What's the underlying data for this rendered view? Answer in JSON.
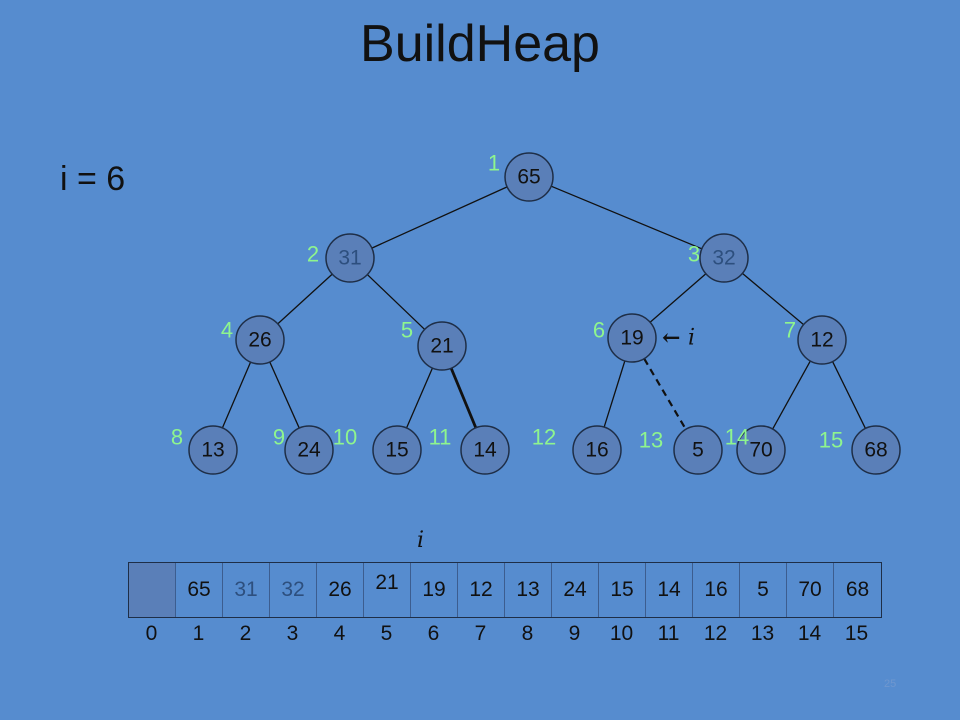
{
  "title": "BuildHeap",
  "state": {
    "label": "i = 6"
  },
  "pointer_label": "i",
  "tree": {
    "nodes": [
      {
        "index": 1,
        "value": "65"
      },
      {
        "index": 2,
        "value": "31",
        "highlight": true
      },
      {
        "index": 3,
        "value": "32",
        "highlight": true
      },
      {
        "index": 4,
        "value": "26"
      },
      {
        "index": 5,
        "value": "21"
      },
      {
        "index": 6,
        "value": "19",
        "pointer": true
      },
      {
        "index": 7,
        "value": "12"
      },
      {
        "index": 8,
        "value": "13"
      },
      {
        "index": 9,
        "value": "24"
      },
      {
        "index": 10,
        "value": "15"
      },
      {
        "index": 11,
        "value": "14"
      },
      {
        "index": 12,
        "value": "16"
      },
      {
        "index": 13,
        "value": "5"
      },
      {
        "index": 14,
        "value": "70"
      },
      {
        "index": 15,
        "value": "68"
      }
    ],
    "emphasized_edge": [
      5,
      11
    ],
    "dashed_edge": [
      6,
      13
    ]
  },
  "array": {
    "cells": [
      "",
      "65",
      "31",
      "32",
      "26",
      "21",
      "19",
      "12",
      "13",
      "24",
      "15",
      "14",
      "16",
      "5",
      "70",
      "68"
    ],
    "highlight_indices": [
      2,
      3
    ],
    "pointer_index": 5,
    "index_labels": [
      "0",
      "1",
      "2",
      "3",
      "4",
      "5",
      "6",
      "7",
      "8",
      "9",
      "10",
      "11",
      "12",
      "13",
      "14",
      "15"
    ]
  },
  "colors": {
    "background": "#568ccf",
    "node_fill": "#5a7fb8",
    "index_label": "#8ef58e",
    "highlight_text": "#2d4f7e"
  },
  "page_number": "25"
}
